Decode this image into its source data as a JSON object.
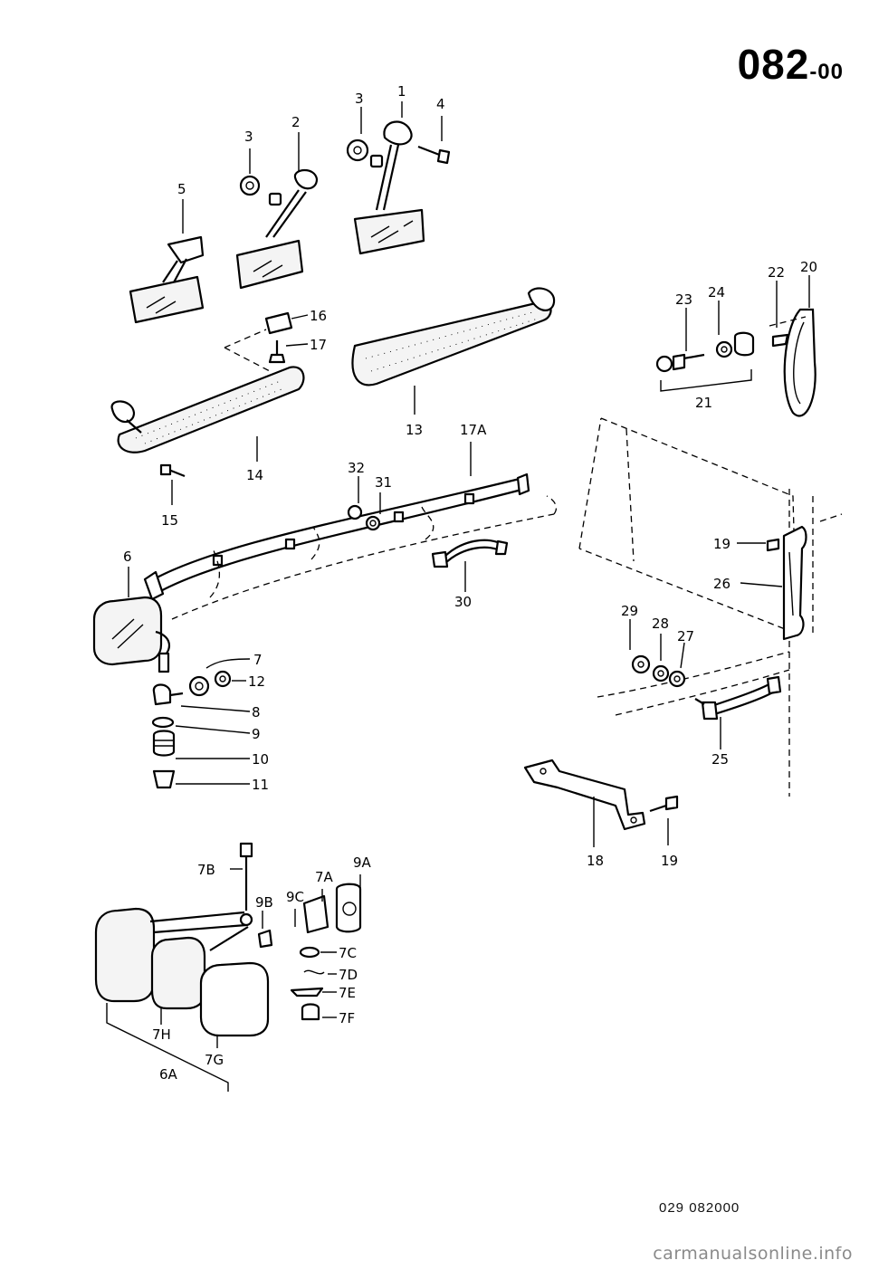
{
  "header": {
    "code_main": "082",
    "code_suffix": "-00"
  },
  "footer": {
    "reference": "029 082000",
    "watermark": "carmanualsonline.info"
  },
  "callouts": {
    "c1": "1",
    "c2": "2",
    "c3a": "3",
    "c3b": "3",
    "c4": "4",
    "c5": "5",
    "c6": "6",
    "c6A": "6A",
    "c7": "7",
    "c7A": "7A",
    "c7B": "7B",
    "c7C_top": "9C",
    "c7C": "7C",
    "c7D": "7D",
    "c7E": "7E",
    "c7F": "7F",
    "c7G": "7G",
    "c7H": "7H",
    "c8": "8",
    "c9": "9",
    "c9A": "9A",
    "c9B": "9B",
    "c10": "10",
    "c11": "11",
    "c12": "12",
    "c13": "13",
    "c14": "14",
    "c15": "15",
    "c16": "16",
    "c17": "17",
    "c17A": "17A",
    "c18": "18",
    "c19a": "19",
    "c19b": "19",
    "c20": "20",
    "c21": "21",
    "c22": "22",
    "c23": "23",
    "c24": "24",
    "c25": "25",
    "c26": "26",
    "c27": "27",
    "c28": "28",
    "c29": "29",
    "c30": "30",
    "c31": "31",
    "c32": "32"
  }
}
